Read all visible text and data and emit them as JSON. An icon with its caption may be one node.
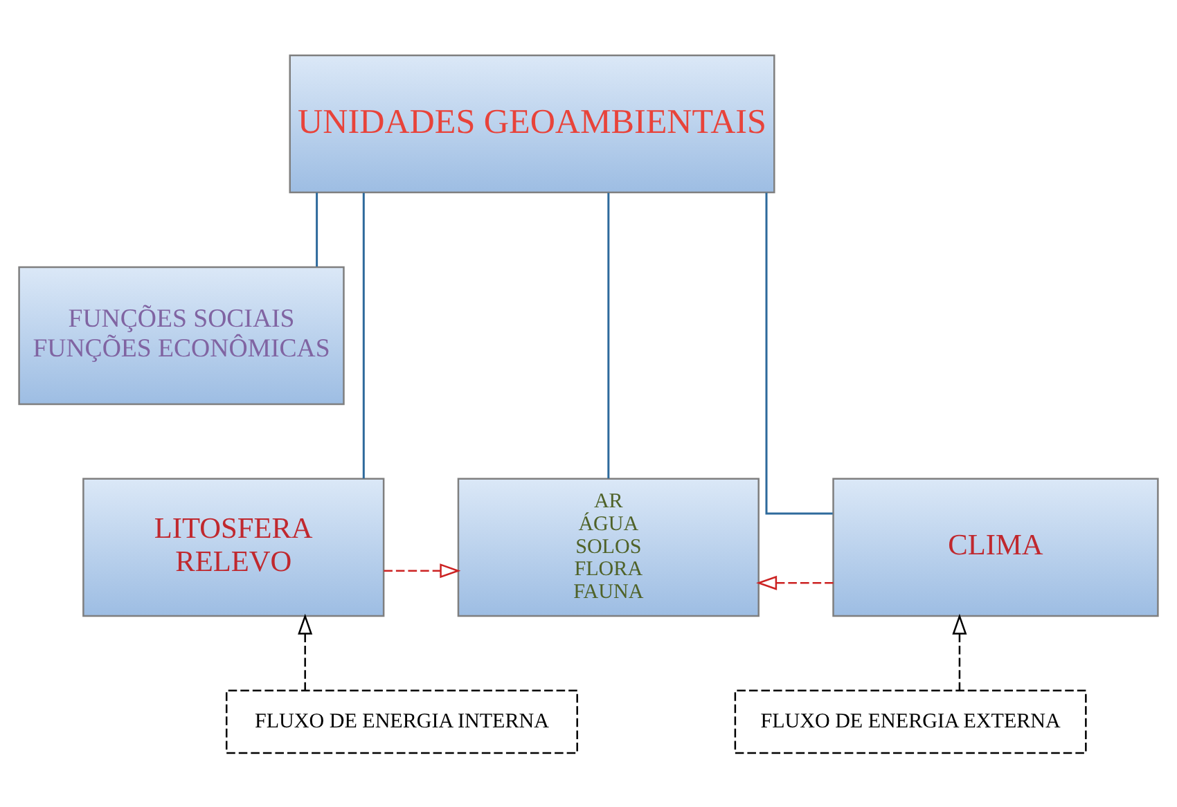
{
  "diagram": {
    "nodes": [
      {
        "text": [
          "UNIDADES GEOAMBIENTAIS"
        ]
      },
      {
        "text": [
          "FUNÇÕES SOCIAIS",
          "FUNÇÕES ECONÔMICAS"
        ]
      },
      {
        "text": [
          "LITOSFERA",
          "RELEVO"
        ]
      },
      {
        "text": [
          "AR",
          "ÁGUA",
          "SOLOS",
          "FLORA",
          "FAUNA"
        ]
      },
      {
        "text": [
          "CLIMA"
        ]
      },
      {
        "text": [
          "FLUXO DE ENERGIA INTERNA"
        ]
      },
      {
        "text": [
          "FLUXO DE ENERGIA EXTERNA"
        ]
      }
    ],
    "edges": [
      {
        "from": 0,
        "to": 1,
        "arrow": "none"
      },
      {
        "from": 0,
        "to": 2,
        "arrow": "none"
      },
      {
        "from": 0,
        "to": 3,
        "arrow": "none"
      },
      {
        "from": 0,
        "to": 4,
        "arrow": "none"
      },
      {
        "from": 2,
        "to": 3,
        "arrow": "to",
        "style": "dashed",
        "color": "#cc2222"
      },
      {
        "from": 4,
        "to": 3,
        "arrow": "to",
        "style": "dashed",
        "color": "#cc2222"
      },
      {
        "from": 5,
        "to": 2,
        "arrow": "to",
        "style": "dashed",
        "color": "#000000"
      },
      {
        "from": 6,
        "to": 4,
        "arrow": "to",
        "style": "dashed",
        "color": "#000000"
      }
    ]
  }
}
